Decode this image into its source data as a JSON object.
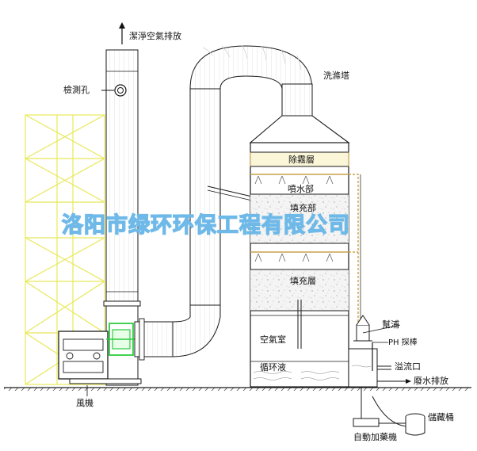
{
  "labels": {
    "exhaust": "潔淨空氣排放",
    "inspection_port": "檢測孔",
    "tower": "洗滌塔",
    "demister": "除霧層",
    "spray_section": "噴水部",
    "packing_section": "填充部",
    "packing_layer": "填充層",
    "air_chamber": "空氣室",
    "circulating_liquid": "循环液",
    "pump": "幫浦",
    "ph_probe": "PH 探棒",
    "overflow": "溢流口",
    "wastewater": "廢水排放",
    "storage_tank": "儲藏桶",
    "dosing_pump": "自動加藥機",
    "fan": "風機"
  },
  "watermark": "洛阳市绿环环保工程有限公司",
  "colors": {
    "line": "#1a1a1a",
    "support_frame": "#e8e85a",
    "equipment": "#2ecc40",
    "watermark": "#6fb9e8",
    "demister_fill": "#fbf6d8",
    "packing_fill": "#f0f0f0",
    "pipe_gold": "#c9a24a"
  }
}
